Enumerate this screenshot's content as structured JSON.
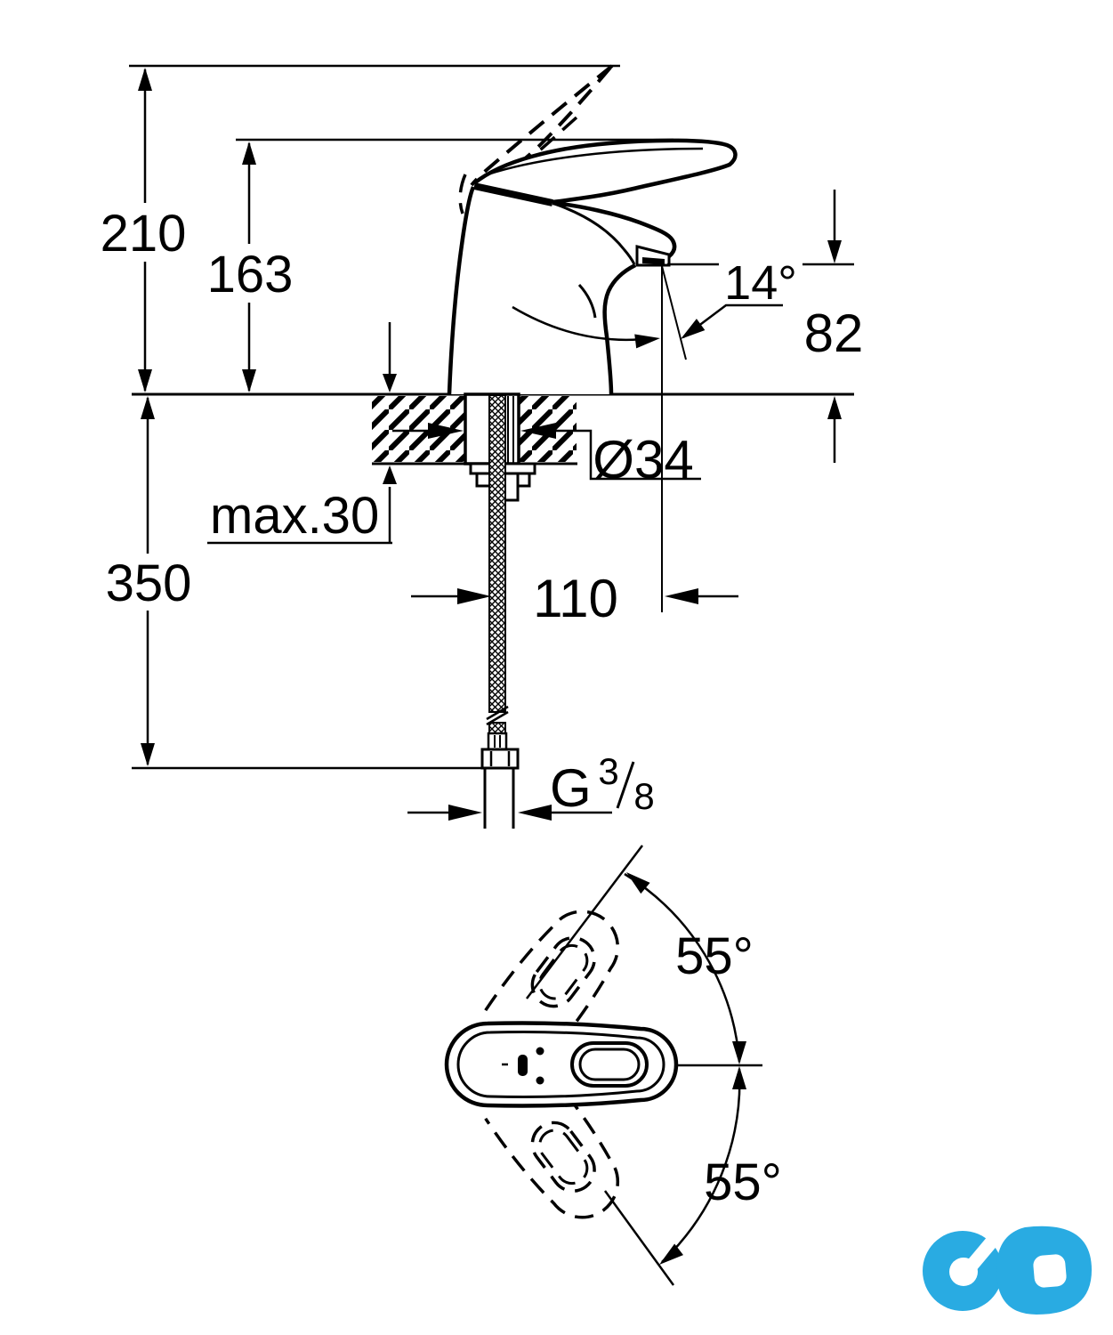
{
  "drawing": {
    "type": "faucet installation dimension drawing",
    "labels": {
      "total_height": "210",
      "lever_height": "163",
      "spout_angle": "14°",
      "outlet_height": "82",
      "shank_diameter": "Ø34",
      "max_deck": "max.30",
      "hose_drop": "350",
      "reach": "110",
      "swivel_upper": "55°",
      "swivel_lower": "55°",
      "thread_letter": "G",
      "thread_numerator": "3",
      "thread_denominator": "8"
    }
  },
  "logo": {
    "color": "#29ABE2"
  }
}
